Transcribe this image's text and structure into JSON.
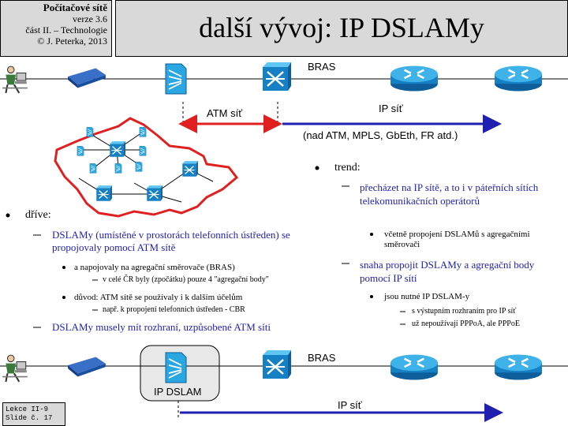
{
  "header": {
    "course_name": "Počítačové sítě",
    "version": "verze 3.6",
    "part": "část II. – Technologie",
    "copyright": "© J. Peterka, 2013",
    "title": "další vývoj: IP DSLAMy"
  },
  "footer": {
    "lecture": "Lekce II-9",
    "slide": "Slide č. 17"
  },
  "top_diagram": {
    "bras_label": "BRAS",
    "atm_label": "ATM síť",
    "ip_label": "IP síť",
    "ip_note": "(nad ATM, MPLS, GbEth, FR atd.)"
  },
  "bottom_diagram": {
    "bras_label": "BRAS",
    "ip_dslam_label": "IP DSLAM",
    "ip_label": "IP síť"
  },
  "left": {
    "bullet": "dříve:",
    "sub1": "DSLAMy (umístěné v prostorách telefonních ústředen) se propojovaly pomocí ATM sítě",
    "sub1_a": "a napojovaly na agregační směrovače (BRAS)",
    "sub1_a_1": "v celé ČR byly (zpočátku) pouze 4 \"agregační body\"",
    "sub1_b": "důvod: ATM sítě se používaly i k dalším účelům",
    "sub1_b_1": "např. k propojení telefonních ústředen - CBR",
    "sub2": "DSLAMy musely mít rozhraní, uzpůsobené ATM síti"
  },
  "right": {
    "bullet": "trend:",
    "sub1": "přecházet na IP sítě, a to i v páteřních sítích telekomunikačních operátorů",
    "sub1_a": "včetně propojení DSLAMů s agregačními směrovači",
    "sub2": "snaha propojit DSLAMy a agregační body pomocí IP sítí",
    "sub2_a": "jsou nutné IP DSLAM-y",
    "sub2_a_1": "s výstupním rozhraním pro IP síť",
    "sub2_a_2": "už nepoužívají PPPoA, ale PPPoE"
  },
  "colors": {
    "header_bg": "#d9d9d9",
    "accent_blue": "#1f1fb0",
    "arrow_red": "#e02020",
    "map_red": "#e02020",
    "router_blue": "#1e8fd6",
    "dslam_blue": "#2aa7e0",
    "modem_blue": "#1a4fa0"
  },
  "icons": [
    "user-at-computer-icon",
    "dsl-modem-icon",
    "dslam-icon",
    "atm-switch-icon",
    "router-icon",
    "czech-map-icon"
  ]
}
